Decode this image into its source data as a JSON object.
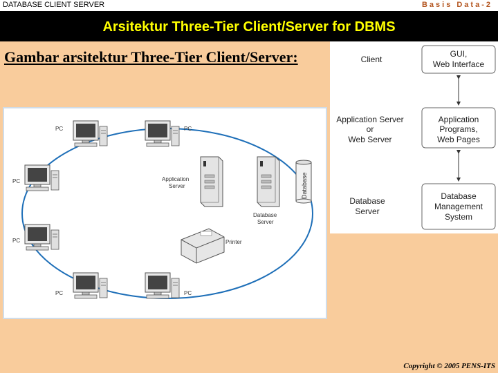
{
  "header": {
    "left": "DATABASE CLIENT SERVER",
    "right": "Basis Data-2"
  },
  "title": "Arsitektur Three-Tier Client/Server for DBMS",
  "subtitle": "Gambar arsitektur Three-Tier Client/Server:",
  "network": {
    "pc_label": "PC",
    "app_server_line1": "Application",
    "app_server_line2": "Server",
    "db_server_line1": "Database",
    "db_server_line2": "Server",
    "database_label": "Database",
    "printer_label": "Printer"
  },
  "tiers": {
    "client": "Client",
    "client_box_1": "GUI,",
    "client_box_2": "Web Interface",
    "app_1": "Application Server",
    "app_2": "or",
    "app_3": "Web Server",
    "app_box_1": "Application",
    "app_box_2": "Programs,",
    "app_box_3": "Web Pages",
    "db_1": "Database",
    "db_2": "Server",
    "db_box_1": "Database",
    "db_box_2": "Management",
    "db_box_3": "System"
  },
  "footer": "Copyright © 2005 PENS-ITS"
}
